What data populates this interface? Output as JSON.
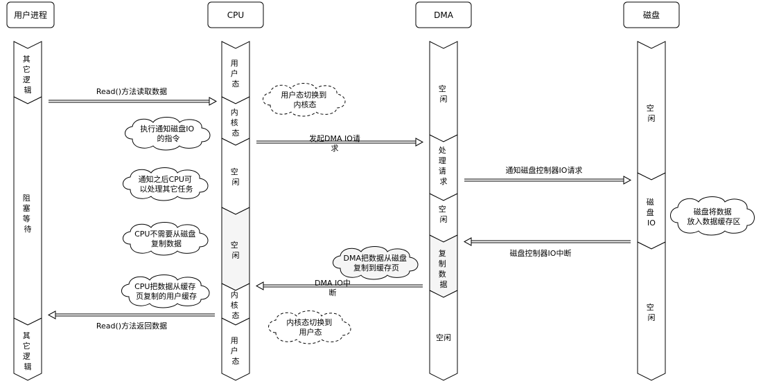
{
  "headers": {
    "user_process": "用户进程",
    "cpu": "CPU",
    "dma": "DMA",
    "disk": "磁盘"
  },
  "user_lane": {
    "seg1": [
      "其",
      "它",
      "逻",
      "辑"
    ],
    "seg2": [
      "阻",
      "塞",
      "等",
      "待"
    ],
    "seg3": [
      "其",
      "它",
      "逻",
      "辑"
    ]
  },
  "cpu_lane": {
    "seg1": [
      "用",
      "户",
      "态"
    ],
    "seg2": [
      "内",
      "核",
      "态"
    ],
    "seg3": [
      "空",
      "闲"
    ],
    "seg4": [
      "空",
      "闲"
    ],
    "seg5": [
      "内",
      "核",
      "态"
    ],
    "seg6": [
      "用",
      "户",
      "态"
    ]
  },
  "dma_lane": {
    "seg1": [
      "空",
      "闲"
    ],
    "seg2": [
      "处",
      "理",
      "请",
      "求"
    ],
    "seg3": [
      "空",
      "闲"
    ],
    "seg4": [
      "复",
      "制",
      "数",
      "据"
    ],
    "seg5": "空闲"
  },
  "disk_lane": {
    "seg1": [
      "空",
      "闲"
    ],
    "seg2": [
      "磁",
      "盘",
      "IO"
    ],
    "seg3": [
      "空",
      "闲"
    ]
  },
  "arrows": {
    "read_call": "Read()方法读取数据",
    "dma_request_l1": "发起DMA IO请",
    "dma_request_l2": "求",
    "notify_disk": "通知磁盘控制器IO请求",
    "disk_interrupt": "磁盘控制器IO中断",
    "dma_interrupt_l1": "DMA IO中",
    "dma_interrupt_l2": "断",
    "read_return": "Read()方法返回数据"
  },
  "clouds": {
    "user_to_kernel": [
      "用户态切换到",
      "内核态"
    ],
    "exec_notify": [
      "执行通知磁盘IO",
      "的指令"
    ],
    "cpu_free": [
      "通知之后CPU可",
      "以处理其它任务"
    ],
    "cpu_no_copy": [
      "CPU不需要从磁盘",
      "复制数据"
    ],
    "dma_copy": [
      "DMA把数据从磁盘",
      "复制到缓存页"
    ],
    "cpu_copy": [
      "CPU把数据从缓存",
      "页复制的用户缓存"
    ],
    "kernel_to_user": [
      "内核态切换到",
      "用户态"
    ],
    "disk_to_cache": [
      "磁盘将数据",
      "放入数据缓存区"
    ]
  },
  "colors": {
    "stroke": "#000000",
    "fill": "#ffffff",
    "shaded": "#f5f5f5"
  }
}
